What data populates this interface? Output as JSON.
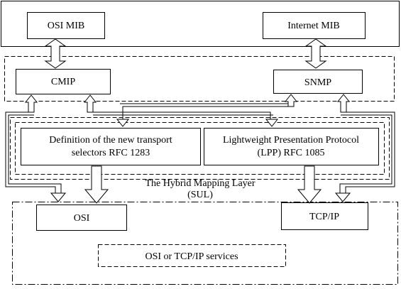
{
  "boxes": {
    "osi_mib": "OSI MIB",
    "internet_mib": "Internet MIB",
    "cmip": "CMIP",
    "snmp": "SNMP",
    "transport_line1": "Definition of the new transport",
    "transport_line2": "selectors RFC 1283",
    "lpp_line1": "Lightweight Presentation Protocol",
    "lpp_line2": "(LPP) RFC 1085",
    "osi": "OSI",
    "tcpip": "TCP/IP",
    "services": "OSI or TCP/IP services"
  },
  "layer": {
    "line1": "The Hybrid Mapping Layer",
    "line2": "(SUL)"
  },
  "colors": {
    "stroke": "#000000",
    "background": "#ffffff",
    "arrow_fill": "#ffffff"
  }
}
